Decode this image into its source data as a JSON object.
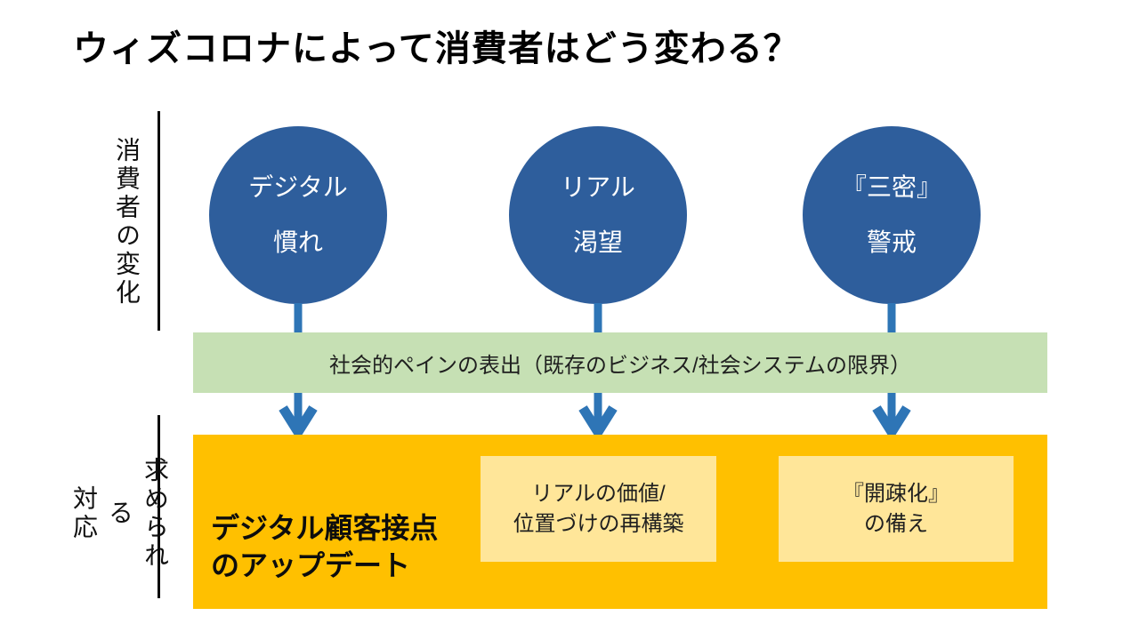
{
  "title": "ウィズコロナによって消費者はどう変わる？",
  "sections": {
    "change": {
      "label": "消費者の変化"
    },
    "response": {
      "label": "求められる\n対応"
    }
  },
  "circles": [
    {
      "id": "digital-nare",
      "text": "デジタル\n慣れ"
    },
    {
      "id": "real-katsubou",
      "text": "リアル\n渇望"
    },
    {
      "id": "sanmitsu-keikai",
      "text": "『三密』\n警戒"
    }
  ],
  "green_band": {
    "text": "社会的ペインの表出（既存のビジネス/社会システムの限界）"
  },
  "response_box": {
    "main_label": "デジタル顧客接点\nのアップデート",
    "sub_boxes": [
      {
        "text": "リアルの価値/\n位置づけの再構築"
      },
      {
        "text": "『開疎化』\nの備え"
      }
    ]
  },
  "colors": {
    "circle_blue": "#2E5E9C",
    "arrow_blue": "#2E75B6",
    "band_green": "#C6E0B4",
    "box_orange": "#FFC000",
    "sub_box_yellow": "#FFE699",
    "text_black": "#0d0d0d",
    "circle_text_white": "#ffffff"
  }
}
